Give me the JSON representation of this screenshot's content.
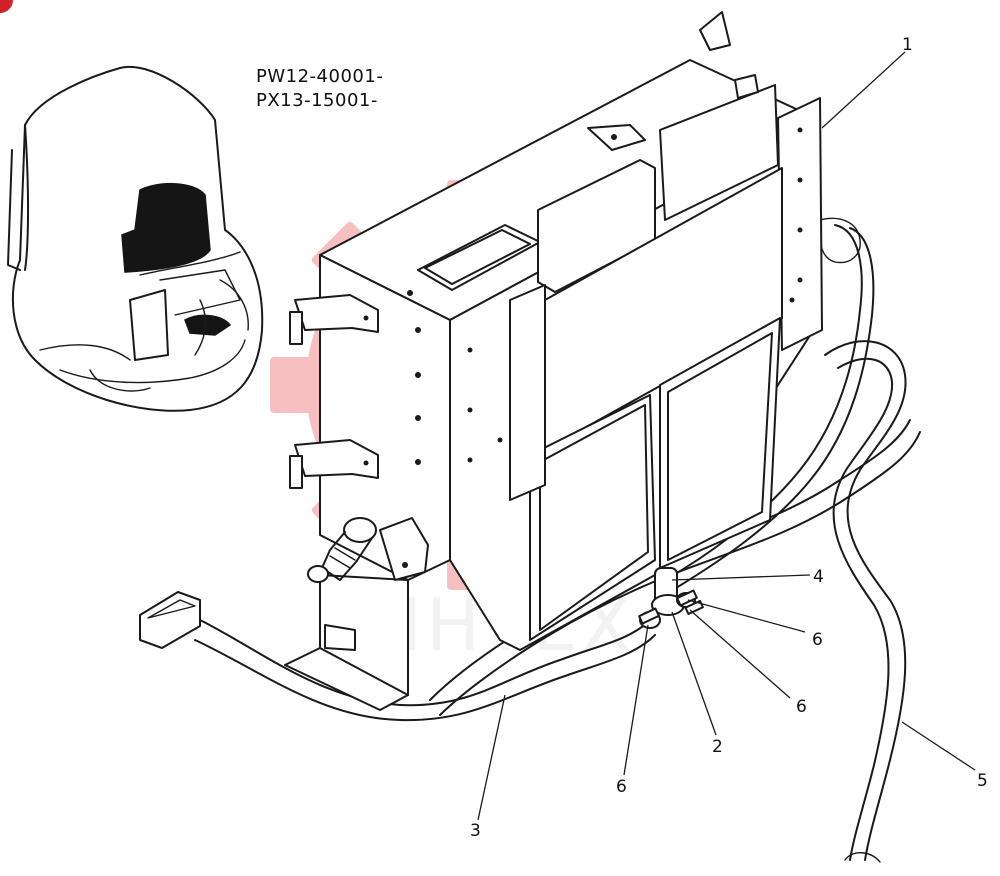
{
  "serial_ranges": [
    "PW12-40001-",
    "PX13-15001-"
  ],
  "callouts": [
    {
      "id": "1",
      "label": "1"
    },
    {
      "id": "2",
      "label": "2"
    },
    {
      "id": "3",
      "label": "3"
    },
    {
      "id": "4",
      "label": "4"
    },
    {
      "id": "5",
      "label": "5"
    },
    {
      "id": "6a",
      "label": "6"
    },
    {
      "id": "6b",
      "label": "6"
    },
    {
      "id": "6c",
      "label": "6"
    }
  ],
  "watermark": {
    "text": "ИНТЕХ",
    "gear_color": "#e83a3a"
  },
  "colors": {
    "line": "#1a1a1a",
    "watermark_text": "#d9d9d9",
    "corner_badge": "#d0202a"
  }
}
